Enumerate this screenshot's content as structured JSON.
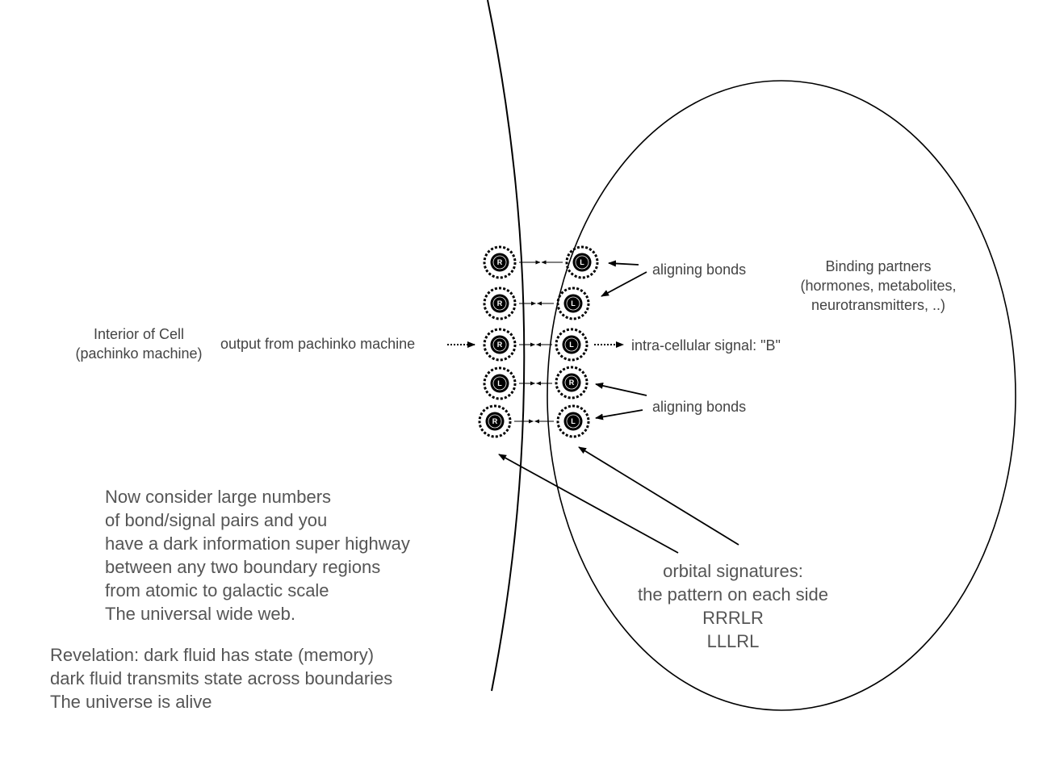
{
  "labels": {
    "interior_line1": "Interior of Cell",
    "interior_line2": "(pachinko machine)",
    "output": "output from pachinko machine",
    "aligning_top": "aligning bonds",
    "aligning_bottom": "aligning bonds",
    "binding_line1": "Binding partners",
    "binding_line2": "(hormones, metabolites,",
    "binding_line3": "neurotransmitters, ..)",
    "signal": "intra-cellular signal: \"B\"",
    "orbital_line1": "orbital signatures:",
    "orbital_line2": "the pattern on each side",
    "orbital_line3": "RRRLR",
    "orbital_line4": "LLLRL"
  },
  "paragraph": [
    "Now consider large numbers",
    "of bond/signal pairs and you",
    "have a dark information super highway",
    "between any two boundary regions",
    "from atomic to galactic scale",
    "The universal wide web."
  ],
  "revelation": [
    "Revelation: dark fluid has state (memory)",
    "dark fluid transmits state across boundaries",
    "The universe is alive"
  ],
  "left_nodes": [
    "R",
    "R",
    "R",
    "L",
    "R"
  ],
  "right_nodes": [
    "L",
    "L",
    "L",
    "R",
    "L"
  ]
}
